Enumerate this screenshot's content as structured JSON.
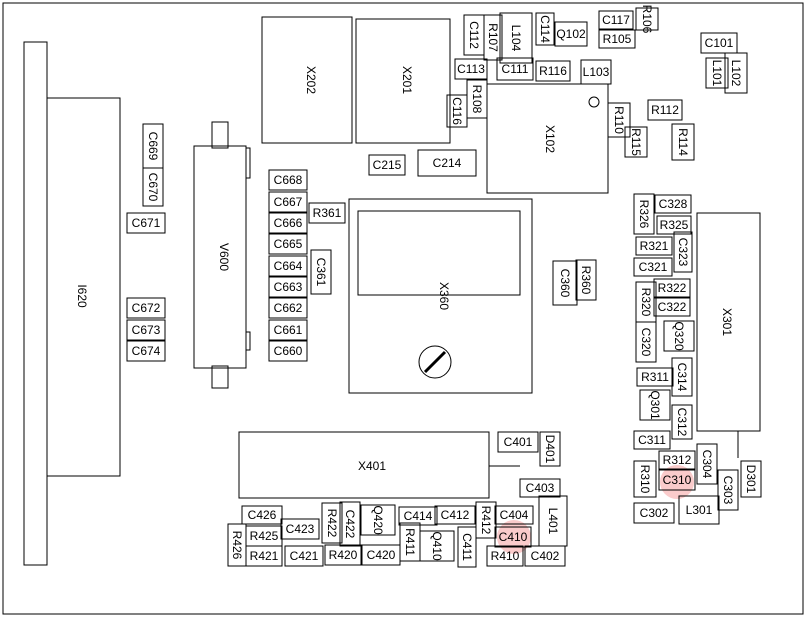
{
  "components": {
    "I620": "I620",
    "V600": "V600",
    "X202": "X202",
    "X201": "X201",
    "X102": "X102",
    "X360": "X360",
    "X401": "X401",
    "X301": "X301",
    "L104": "L104",
    "L103": "L103",
    "L101": "L101",
    "L102": "L102",
    "L401": "L401",
    "L301": "L301",
    "Q102": "Q102",
    "Q320": "Q320",
    "Q301": "Q301",
    "Q420": "Q420",
    "Q410": "Q410",
    "D401": "D401",
    "D301": "D301",
    "C112": "C112",
    "C114": "C114",
    "C117": "C117",
    "C113": "C113",
    "C111": "C111",
    "C116": "C116",
    "C101": "C101",
    "C215": "C215",
    "C214": "C214",
    "C669": "C669",
    "C670": "C670",
    "C671": "C671",
    "C672": "C672",
    "C673": "C673",
    "C674": "C674",
    "C668": "C668",
    "C667": "C667",
    "C666": "C666",
    "C665": "C665",
    "C664": "C664",
    "C663": "C663",
    "C662": "C662",
    "C661": "C661",
    "C660": "C660",
    "C361": "C361",
    "C360": "C360",
    "C328": "C328",
    "C323": "C323",
    "C321": "C321",
    "C322": "C322",
    "C320": "C320",
    "C314": "C314",
    "C312": "C312",
    "C311": "C311",
    "C304": "C304",
    "C310": "C310",
    "C303": "C303",
    "C302": "C302",
    "C401": "C401",
    "C403": "C403",
    "C404": "C404",
    "C410": "C410",
    "C402": "C402",
    "C411": "C411",
    "C412": "C412",
    "C414": "C414",
    "C422": "C422",
    "C420": "C420",
    "C421": "C421",
    "C423": "C423",
    "C426": "C426",
    "R107": "R107",
    "R105": "R105",
    "R106": "R106",
    "R116": "R116",
    "R108": "R108",
    "R110": "R110",
    "R115": "R115",
    "R112": "R112",
    "R114": "R114",
    "R361": "R361",
    "R360": "R360",
    "R326": "R326",
    "R325": "R325",
    "R321": "R321",
    "R322": "R322",
    "R320": "R320",
    "R311": "R311",
    "R312": "R312",
    "R310": "R310",
    "R412": "R412",
    "R410": "R410",
    "R411": "R411",
    "R420": "R420",
    "R422": "R422",
    "R421": "R421",
    "R425": "R425",
    "R426": "R426"
  },
  "highlight_color": "#f5a0a0"
}
